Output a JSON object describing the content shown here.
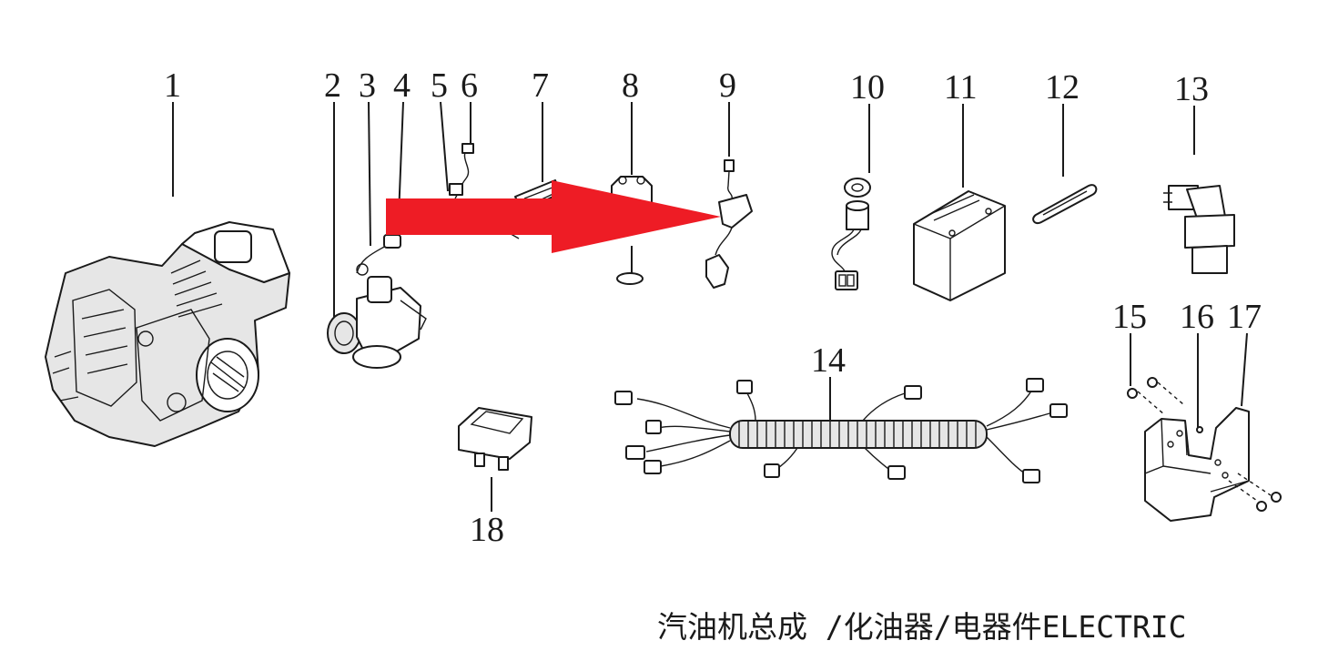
{
  "callouts": [
    "1",
    "2",
    "3",
    "4",
    "5",
    "6",
    "7",
    "8",
    "9",
    "10",
    "11",
    "12",
    "13",
    "14",
    "15",
    "16",
    "17",
    "18"
  ],
  "caption": "汽油机总成 /化油器/电器件ELECTRIC",
  "colors": {
    "arrow": "#ee1c25",
    "line": "#1a1a1a"
  }
}
